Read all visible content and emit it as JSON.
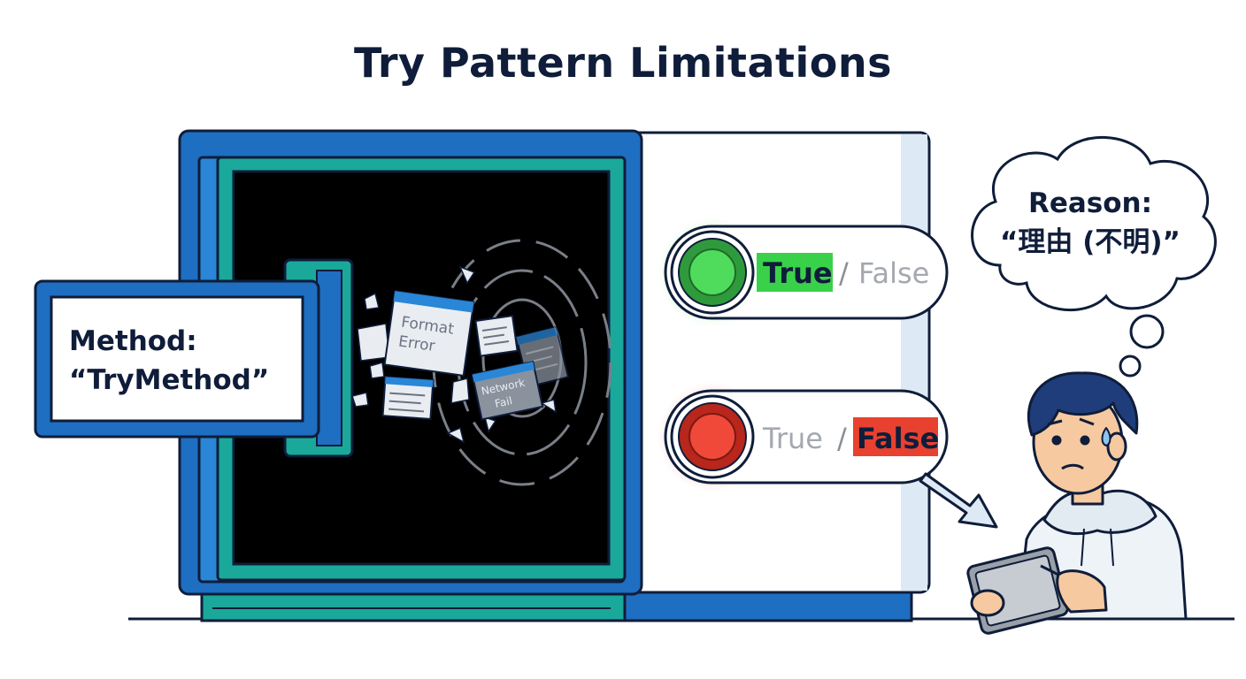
{
  "title": "Try Pattern Limitations",
  "method": {
    "label": "Method:",
    "value": "“TryMethod”"
  },
  "documents": {
    "format_error": "Format Error",
    "network_fail": "Network Fail"
  },
  "results": {
    "success": {
      "true_label": "True",
      "separator": "/",
      "false_label": "False",
      "highlighted": "True",
      "color": "#3ad14a"
    },
    "failure": {
      "true_label": "True",
      "separator": "/",
      "false_label": "False",
      "highlighted": "False",
      "color": "#e8412f"
    }
  },
  "thought": {
    "line1": "Reason:",
    "line2": "“理由 (不明)”"
  },
  "colors": {
    "frame_blue": "#1e6ec2",
    "frame_teal": "#1aa89a",
    "outline": "#0f1d3a",
    "screen": "#000000"
  }
}
